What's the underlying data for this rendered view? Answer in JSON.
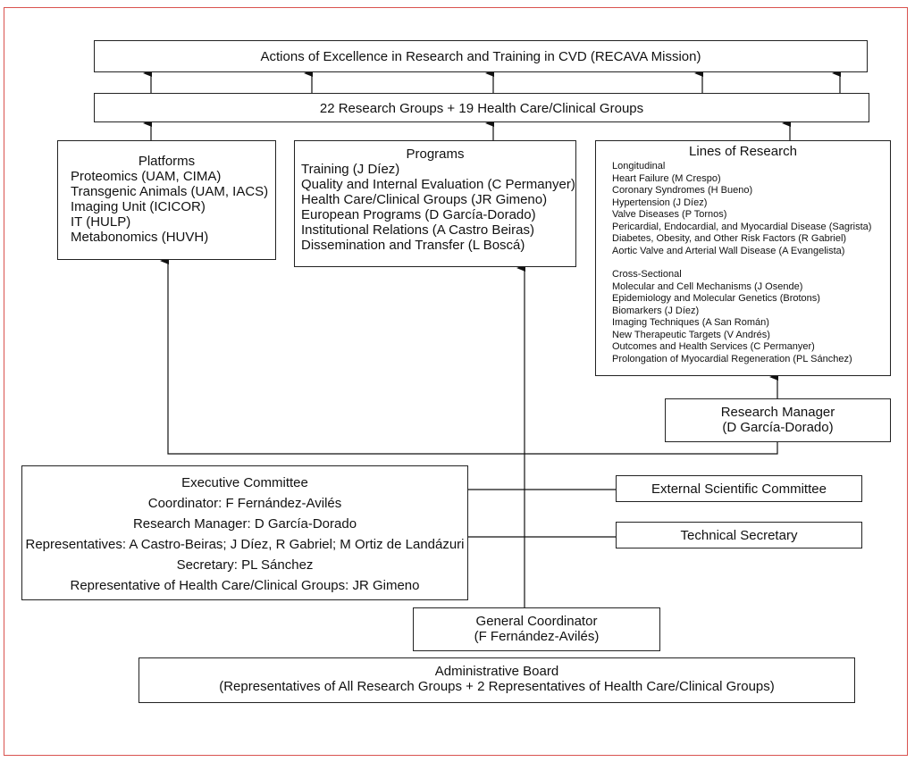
{
  "mission": "Actions of Excellence in Research and Training in CVD (RECAVA Mission)",
  "groups": "22 Research Groups + 19 Health Care/Clinical Groups",
  "platforms": {
    "title": "Platforms",
    "items": [
      "Proteomics (UAM, CIMA)",
      "Transgenic Animals (UAM, IACS)",
      "Imaging Unit (ICICOR)",
      "IT (HULP)",
      "Metabonomics (HUVH)"
    ]
  },
  "programs": {
    "title": "Programs",
    "items": [
      "Training (J Díez)",
      "Quality and Internal Evaluation (C Permanyer)",
      "Health Care/Clinical Groups (JR Gimeno)",
      "European Programs (D García-Dorado)",
      "Institutional Relations (A Castro Beiras)",
      "Dissemination and Transfer (L Boscá)"
    ]
  },
  "lines": {
    "title": "Lines of Research",
    "longitudinal_title": "Longitudinal",
    "longitudinal": [
      "Heart Failure (M Crespo)",
      "Coronary Syndromes (H Bueno)",
      "Hypertension (J Díez)",
      "Valve Diseases (P Tornos)",
      "Pericardial, Endocardial, and Myocardial Disease (Sagrista)",
      "Diabetes, Obesity, and Other Risk Factors (R Gabriel)",
      "Aortic Valve and Arterial Wall Disease (A Evangelista)"
    ],
    "cross_title": "Cross-Sectional",
    "cross": [
      "Molecular and Cell Mechanisms (J Osende)",
      "Epidemiology and Molecular Genetics (Brotons)",
      "Biomarkers (J Díez)",
      "Imaging Techniques (A San Román)",
      "New Therapeutic Targets (V Andrés)",
      "Outcomes and Health Services (C Permanyer)",
      "Prolongation of Myocardial Regeneration (PL Sánchez)"
    ]
  },
  "research_manager": {
    "title": "Research Manager",
    "name": "(D García-Dorado)"
  },
  "executive": {
    "lines": [
      "Executive Committee",
      "Coordinator: F Fernández-Avilés",
      "Research Manager: D García-Dorado",
      "Representatives: A Castro-Beiras; J Díez, R Gabriel; M Ortiz de Landázuri",
      "Secretary: PL Sánchez",
      "Representative of Health Care/Clinical Groups: JR Gimeno"
    ]
  },
  "external": "External Scientific Committee",
  "technical": "Technical Secretary",
  "general": {
    "title": "General Coordinator",
    "name": "(F Fernández-Avilés)"
  },
  "admin": {
    "title": "Administrative Board",
    "desc": "(Representatives of All Research Groups + 2 Representatives of Health Care/Clinical Groups)"
  }
}
